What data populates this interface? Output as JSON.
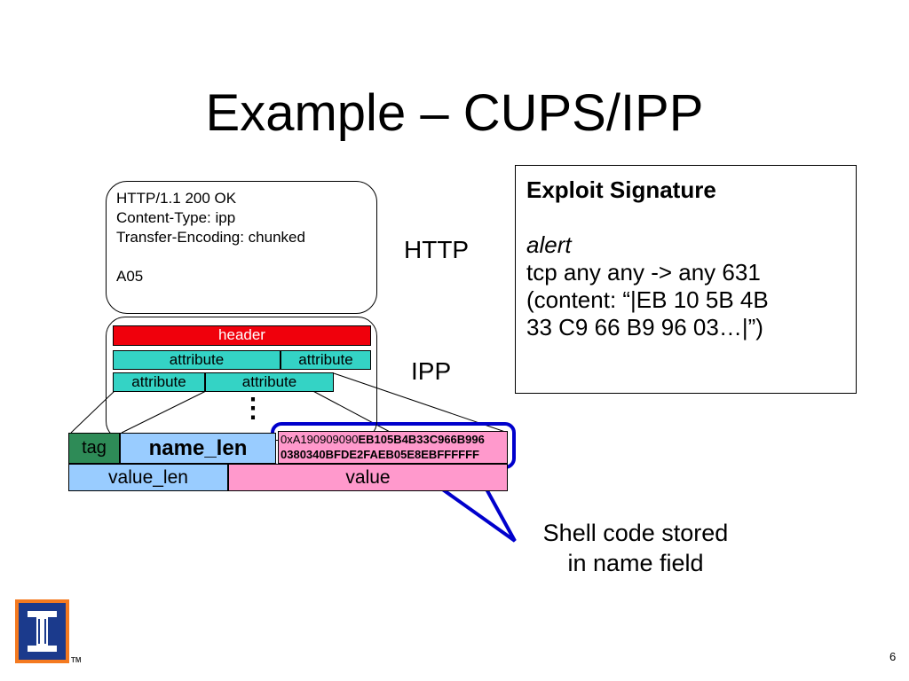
{
  "title": "Example – CUPS/IPP",
  "http_box": {
    "lines": [
      "HTTP/1.1 200 OK",
      "Content-Type: ipp",
      "Transfer-Encoding: chunked",
      "",
      "A05"
    ]
  },
  "labels": {
    "http": "HTTP",
    "ipp": "IPP",
    "dots": "⋮"
  },
  "ipp_rows": {
    "header": "header",
    "attribute_1": "attribute",
    "attribute_2": "attribute",
    "attribute_3": "attribute",
    "attribute_4": "attribute"
  },
  "attribute_detail": {
    "tag": "tag",
    "name_len": "name_len",
    "name_prefix": "0xA190909090",
    "name_bold_1": "EB105B4B33C966B996",
    "name_bold_2": "0380340BFDE2FAEB05E8EBFFFFFF",
    "value_len": "value_len",
    "value": "value"
  },
  "signature": {
    "heading": "Exploit Signature",
    "rule_keyword": "alert",
    "rule_lines": [
      "tcp any any -> any 631",
      "(content: “|EB 10 5B 4B",
      "33 C9 66 B9 96 03…|”)"
    ]
  },
  "callout": {
    "line1": "Shell code stored",
    "line2": "in name field"
  },
  "logo": {
    "tm": "TM"
  },
  "page_number": "6",
  "colors": {
    "header": "#f0000c",
    "attribute": "#34d3c5",
    "tag": "#2e8b57",
    "name_len": "#99ccff",
    "name_value": "#ff99cc",
    "highlight": "#0000cc",
    "logo_orange": "#f47a20",
    "logo_blue": "#1b3a8c"
  }
}
